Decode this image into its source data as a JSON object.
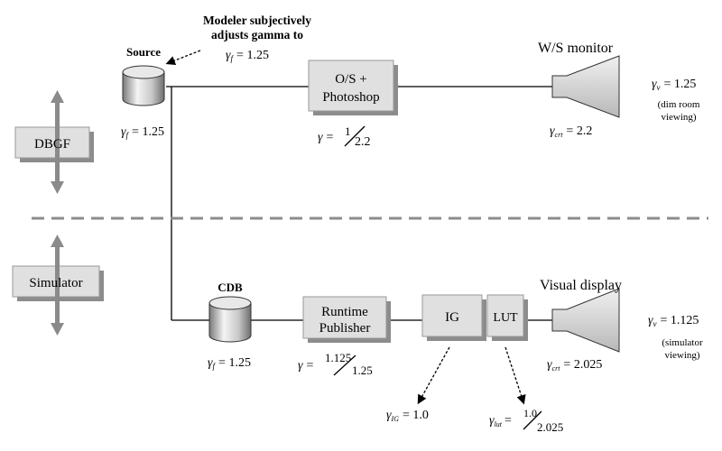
{
  "annotation": {
    "line1": "Modeler subjectively",
    "line2": "adjusts gamma  to"
  },
  "source": {
    "label": "Source",
    "gamma_sym": "γ",
    "gamma_sub": "f",
    "gamma_val": "= 1.25",
    "gamma_below_val": "= 1.25"
  },
  "photoshop": {
    "line1": "O/S +",
    "line2": "Photoshop",
    "gamma_sym": "γ",
    "gamma_eq": "=",
    "num": "1",
    "den": "2.2"
  },
  "ws_monitor": {
    "label": "W/S monitor",
    "gamma_sym": "γ",
    "gamma_sub": "crt",
    "gamma_val": "= 2.2"
  },
  "viewing_top": {
    "gamma_sym": "γ",
    "gamma_sub": "v",
    "gamma_val": "= 1.25",
    "note1": "(dim room",
    "note2": "viewing)"
  },
  "dbgf": {
    "label": "DBGF"
  },
  "simulator": {
    "label": "Simulator"
  },
  "cdb": {
    "label": "CDB",
    "gamma_sym": "γ",
    "gamma_sub": "f",
    "gamma_val": "= 1.25"
  },
  "publisher": {
    "line1": "Runtime",
    "line2": "Publisher",
    "gamma_sym": "γ",
    "gamma_eq": "=",
    "num": "1.125",
    "den": "1.25"
  },
  "ig": {
    "label": "IG",
    "gamma_sym": "γ",
    "gamma_sub": "IG",
    "gamma_val": "= 1.0"
  },
  "lut": {
    "label": "LUT",
    "gamma_sym": "γ",
    "gamma_sub": "lut",
    "gamma_eq": "=",
    "num": "1.0",
    "den": "2.025"
  },
  "visual_display": {
    "label": "Visual display",
    "gamma_sym": "γ",
    "gamma_sub": "crt",
    "gamma_val": "= 2.025"
  },
  "viewing_bottom": {
    "gamma_sym": "γ",
    "gamma_sub": "v",
    "gamma_val": "= 1.125",
    "note1": "(simulator",
    "note2": "viewing)"
  },
  "colors": {
    "box_face": "#e0e0e0",
    "box_shadow": "#8c8c8c",
    "arrow_gray": "#8a8a8a",
    "line": "#000000"
  }
}
